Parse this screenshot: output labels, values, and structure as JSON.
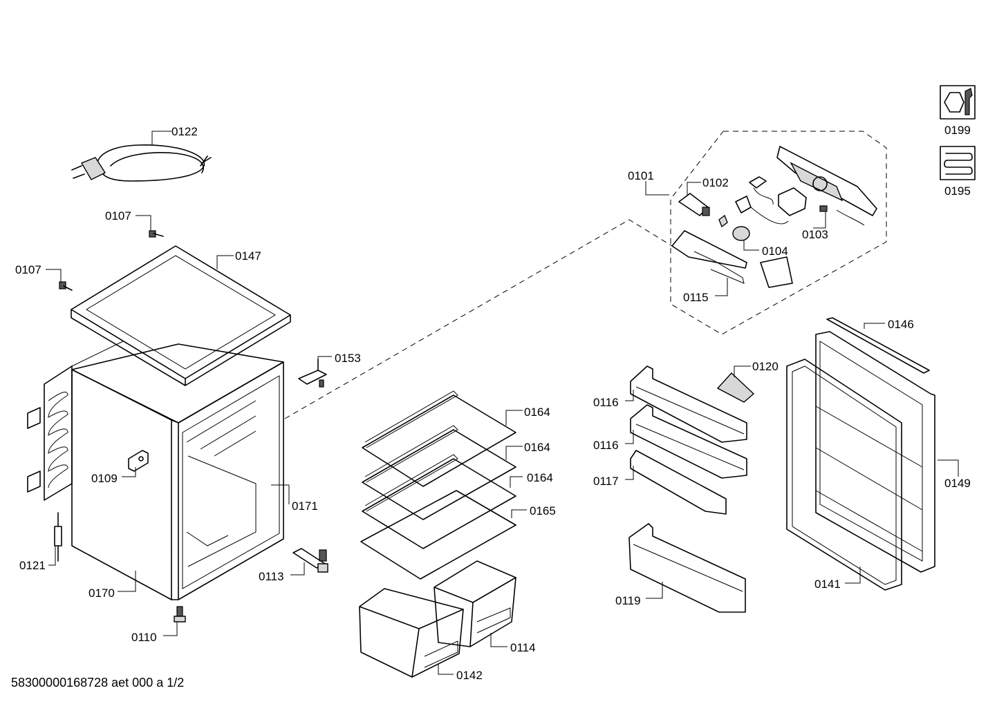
{
  "labels": {
    "l0122": "0122",
    "l0107a": "0107",
    "l0107b": "0107",
    "l0147": "0147",
    "l0153": "0153",
    "l0109": "0109",
    "l0171": "0171",
    "l0121": "0121",
    "l0170": "0170",
    "l0113": "0113",
    "l0110": "0110",
    "l0164a": "0164",
    "l0164b": "0164",
    "l0164c": "0164",
    "l0165": "0165",
    "l0114": "0114",
    "l0142": "0142",
    "l0101": "0101",
    "l0102": "0102",
    "l0103": "0103",
    "l0104": "0104",
    "l0115": "0115",
    "l0116a": "0116",
    "l0116b": "0116",
    "l0117": "0117",
    "l0119": "0119",
    "l0120": "0120",
    "l0146": "0146",
    "l0149": "0149",
    "l0141": "0141",
    "l0199": "0199",
    "l0195": "0195"
  },
  "icons": {
    "service_kit": "wrench-nut-icon",
    "coil": "condenser-coil-icon"
  },
  "footer": "58300000168728 aet 000 a 1/2"
}
